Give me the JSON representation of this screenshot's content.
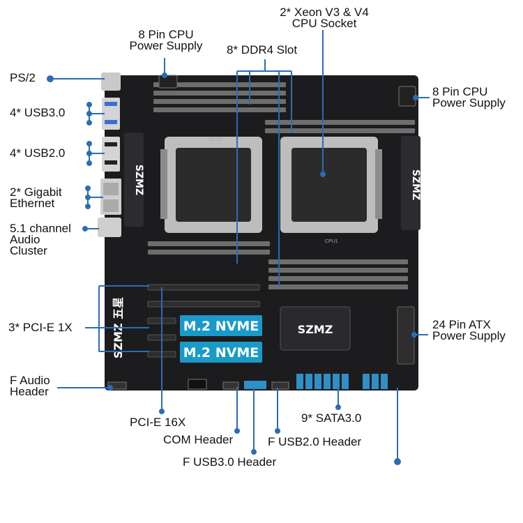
{
  "labels": {
    "cpu_socket": [
      "2* Xeon V3 & V4",
      "CPU Socket"
    ],
    "cpu_power_top": [
      "8 Pin CPU",
      "Power Supply"
    ],
    "ddr4": "8* DDR4 Slot",
    "ps2": "PS/2",
    "usb3": "4* USB3.0",
    "usb2": "4* USB2.0",
    "ethernet": [
      "2* Gigabit",
      "Ethernet"
    ],
    "audio": [
      "5.1 channel",
      "Audio",
      "Cluster"
    ],
    "pcie1x": "3* PCI-E 1X",
    "f_audio": [
      "F Audio",
      "Header"
    ],
    "cpu_power_right": [
      "8 Pin CPU",
      "Power Supply"
    ],
    "atx": [
      "24 Pin ATX",
      "Power Supply"
    ],
    "pcie16x": "PCI-E 16X",
    "com": "COM Header",
    "f_usb3": "F USB3.0 Header",
    "sata": "9* SATA3.0",
    "f_usb2": "F USB2.0 Header"
  },
  "board": {
    "m2_label": "M.2 NVME",
    "brand_heatsink": "SZMZ",
    "brand_pcb": "SZMZ 五星",
    "cpu_left_label": "CPU2",
    "cpu_right_label": "CPU1"
  },
  "colors": {
    "pointer": "#2a6db5",
    "pcb": "#1c1c1e",
    "sata": "#2f8fc7"
  }
}
